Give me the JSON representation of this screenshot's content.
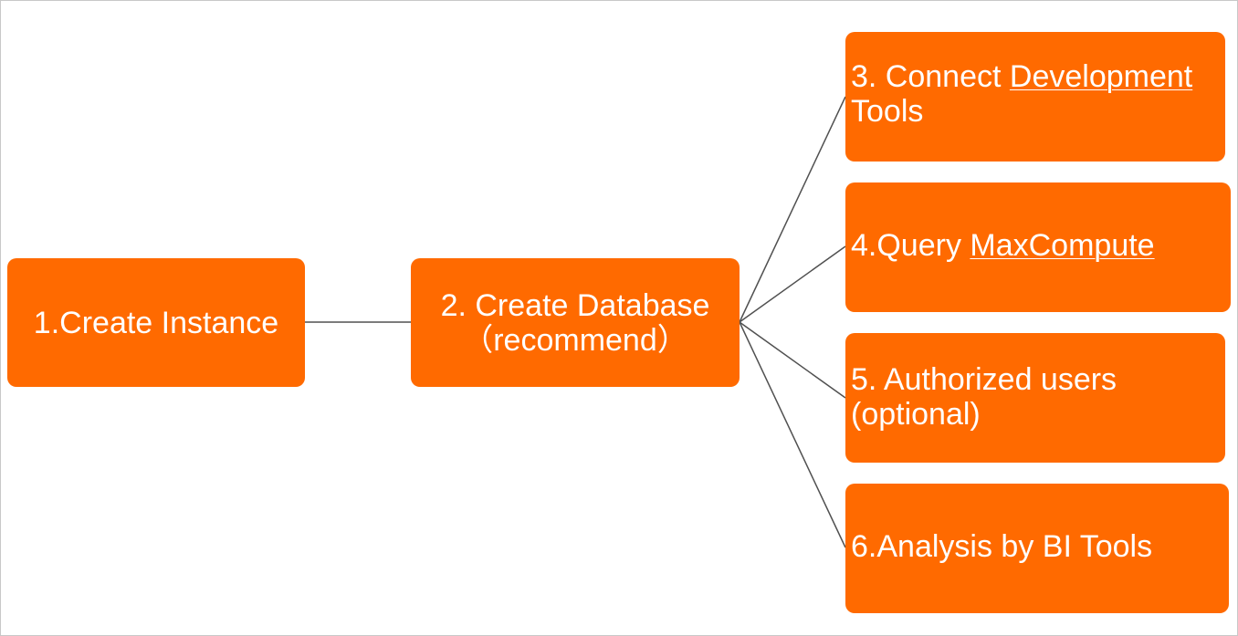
{
  "diagram": {
    "colors": {
      "box": "#ff6a00",
      "text": "#ffffff",
      "line": "#505050"
    },
    "nodes": {
      "create_instance": {
        "line1": "1.Create Instance"
      },
      "create_database": {
        "line1": "2. Create Database",
        "line2": "（recommend）"
      },
      "connect_tools": {
        "line1_a": "3. Connect ",
        "line1_b": "Development",
        "line2": "Tools"
      },
      "query_maxcompute": {
        "line1_a": "4.Query ",
        "line1_b": "MaxCompute"
      },
      "authorized_users": {
        "line1": "5. Authorized users",
        "line2": "(optional)"
      },
      "analysis_bi": {
        "line1": "6.Analysis by BI Tools"
      }
    }
  }
}
